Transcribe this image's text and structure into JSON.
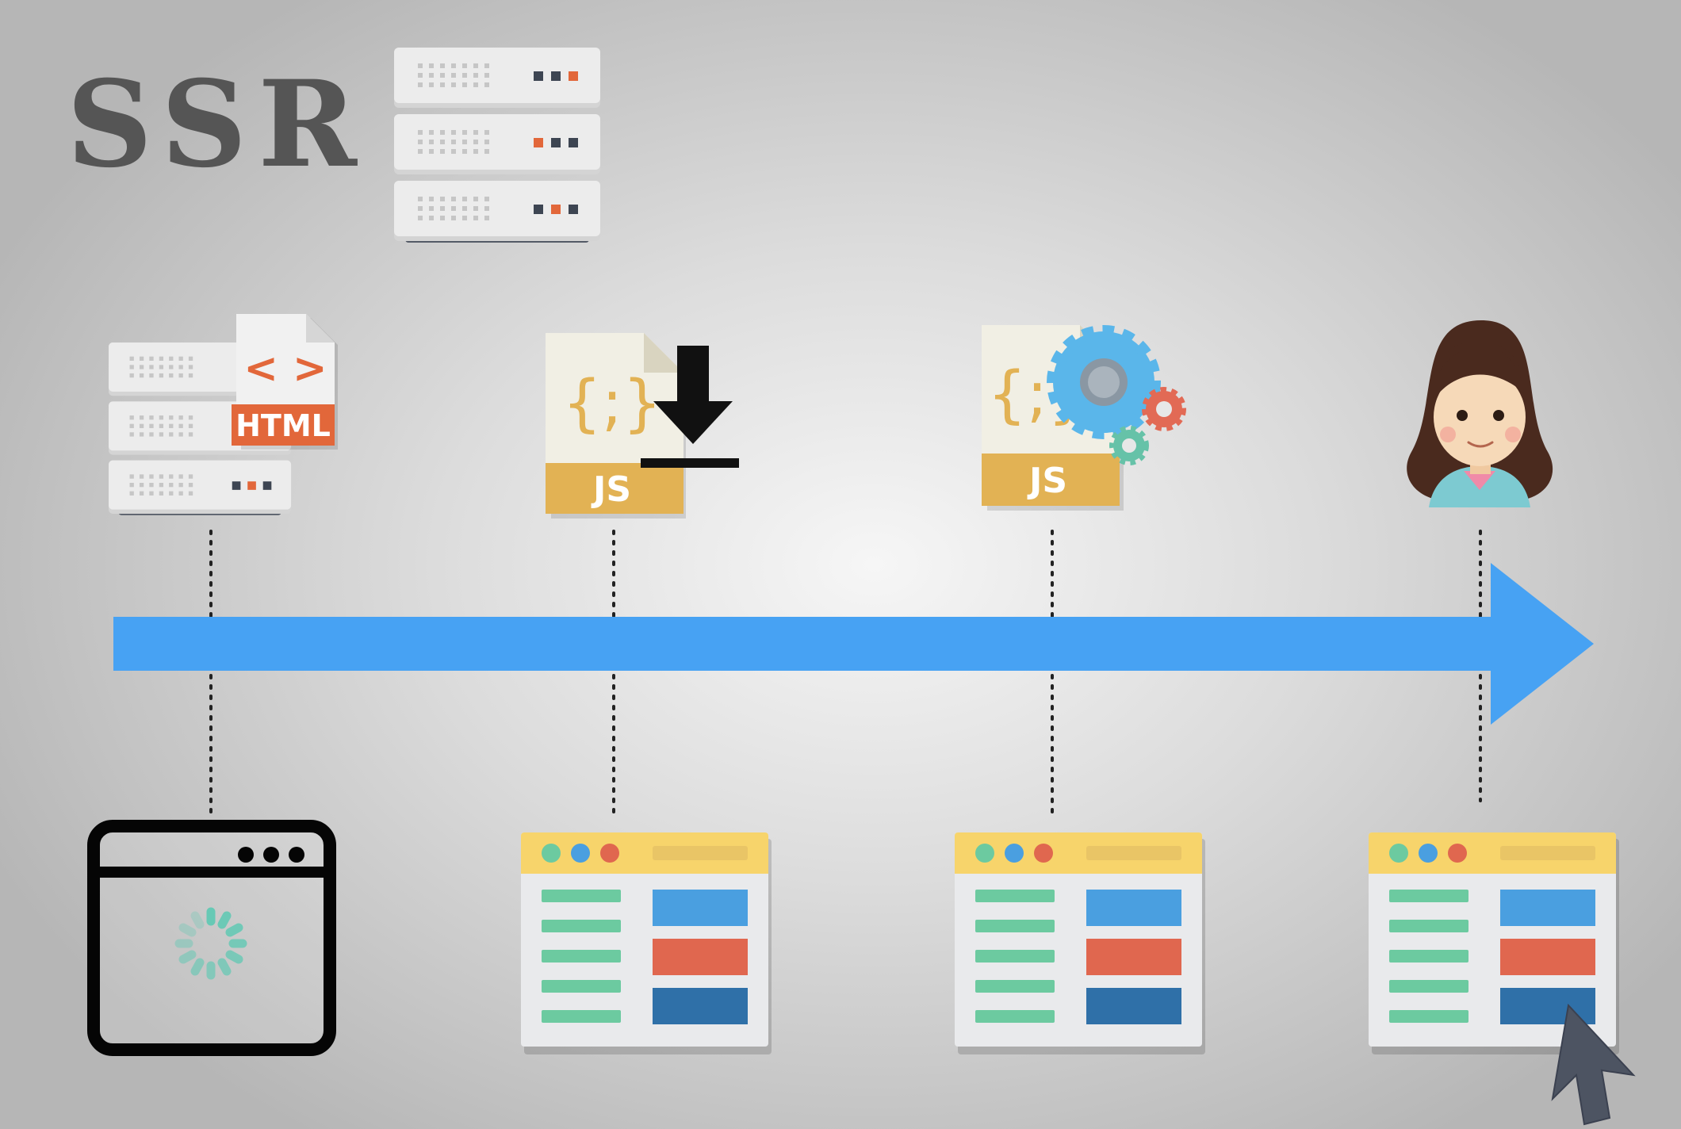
{
  "title": "SSR",
  "labels": {
    "html_file": "HTML",
    "html_code": "< >",
    "js_file_download": "JS",
    "js_file_execute": "JS",
    "js_braces_1": "{;}",
    "js_braces_2": "{;}"
  },
  "icons": {
    "top_server": "server-stack-icon",
    "step1": "server-html-icon",
    "step2": "js-download-icon",
    "step3": "js-execute-icon",
    "step4": "user-avatar-icon",
    "page1": "browser-loading-icon",
    "page2": "web-page-icon",
    "page3": "web-page-icon",
    "page4": "web-page-icon",
    "cursor": "mouse-cursor-icon"
  },
  "colors": {
    "timeline": "#47a2f3",
    "js_yellow": "#e2b254",
    "html_orange": "#e2673a",
    "server_body": "#ebebeb",
    "server_base": "#535a66",
    "page_header": "#f7d46b",
    "page_green": "#6ccaa0",
    "block_blue": "#4a9fe0",
    "block_red": "#e0674f",
    "block_navy": "#2f70a8",
    "spinner": "#67c9b5"
  }
}
